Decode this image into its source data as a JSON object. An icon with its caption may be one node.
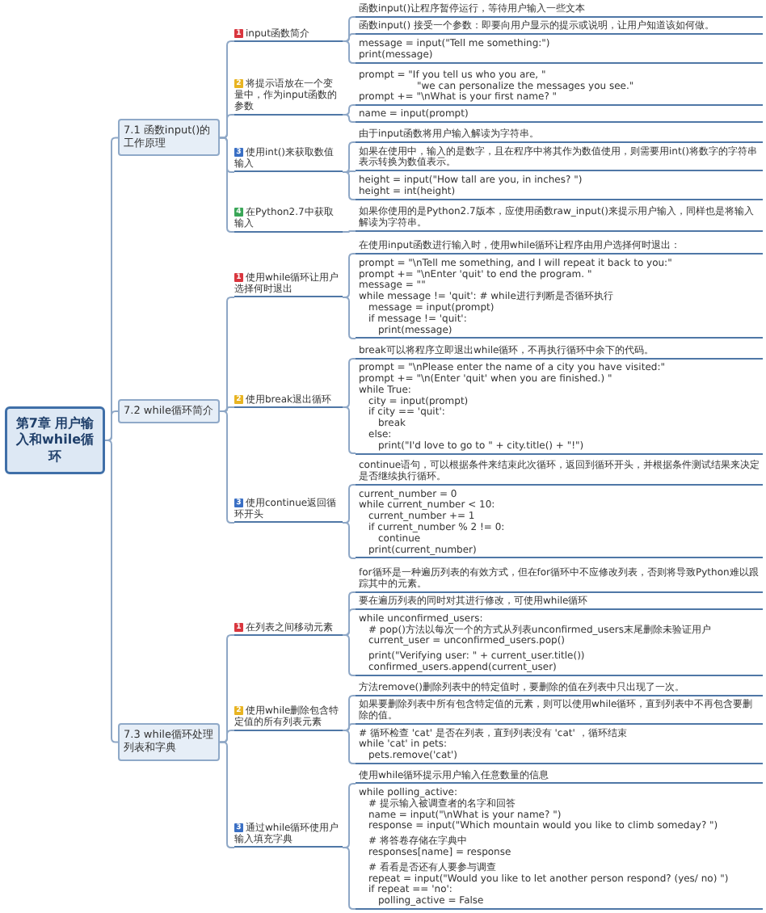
{
  "diagram": {
    "nodes": [
      {
        "text": [
          "第7章 用户输入和while循环"
        ]
      },
      {
        "text": [
          "7.1 函数input()的工作原理"
        ]
      },
      {
        "text": [
          "1",
          "input函数简介"
        ]
      },
      {
        "text": [
          "函数input()让程序暂停运行，等待用户输入一些文本"
        ]
      },
      {
        "text": [
          "函数input() 接受一个参数：即要向用户显示的提示或说明，让用户知道该如何做。"
        ]
      },
      {
        "text": [
          "message = input(\"Tell me something:\")",
          "print(message)"
        ]
      },
      {
        "text": [
          "2",
          "将提示语放在一个变量中，作为input函数的参数"
        ]
      },
      {
        "text": [
          "prompt = \"If you tell us who you are, \"",
          "\"we can personalize the messages you see.\"",
          "prompt += \"\\nWhat is your first name? \""
        ]
      },
      {
        "text": [
          "name = input(prompt)"
        ]
      },
      {
        "text": [
          "3",
          "使用int()来获取数值输入"
        ]
      },
      {
        "text": [
          "由于input函数将用户输入解读为字符串。"
        ]
      },
      {
        "text": [
          "如果在使用中，输入的是数字，且在程序中将其作为数值使用，则需要用int()将数字的字符串表示转换为数值表示。"
        ]
      },
      {
        "text": [
          "height = input(\"How tall are you, in inches? \")",
          "height = int(height)"
        ]
      },
      {
        "text": [
          "4",
          "在Python2.7中获取输入"
        ]
      },
      {
        "text": [
          "如果你使用的是Python2.7版本，应使用函数raw_input()来提示用户输入，同样也是将输入解读为字符串。"
        ]
      },
      {
        "text": [
          "7.2 while循环简介"
        ]
      },
      {
        "text": [
          "1",
          "使用while循环让用户选择何时退出"
        ]
      },
      {
        "text": [
          "在使用input函数进行输入时，使用while循环让程序由用户选择何时退出："
        ]
      },
      {
        "text": [
          "prompt = \"\\nTell me something, and I will repeat it back to you:\"",
          "prompt += \"\\nEnter 'quit' to end the program. \"",
          "message = \"\"",
          "while message != 'quit':   # while进行判断是否循环执行",
          "message = input(prompt)",
          "if message != 'quit':",
          "print(message)"
        ]
      },
      {
        "text": [
          "2",
          "使用break退出循环"
        ]
      },
      {
        "text": [
          "break可以将程序立即退出while循环，不再执行循环中余下的代码。"
        ]
      },
      {
        "text": [
          "prompt = \"\\nPlease enter the name of a city you have visited:\"",
          "prompt += \"\\n(Enter 'quit' when you are finished.) \"",
          "while True:",
          "city = input(prompt)",
          "if city == 'quit':",
          "break",
          "else:",
          "print(\"I'd love to go to \" + city.title() + \"!\")"
        ]
      },
      {
        "text": [
          "3",
          "使用continue返回循环开头"
        ]
      },
      {
        "text": [
          "continue语句，可以根据条件来结束此次循环，返回到循环开头，并根据条件测试结果来决定是否继续执行循环。"
        ]
      },
      {
        "text": [
          "current_number = 0",
          "while current_number < 10:",
          "current_number += 1",
          "if current_number % 2 != 0:",
          "continue",
          "print(current_number)"
        ]
      },
      {
        "text": [
          "7.3 while循环处理列表和字典"
        ]
      },
      {
        "text": [
          "1",
          "在列表之间移动元素"
        ]
      },
      {
        "text": [
          "for循环是一种遍历列表的有效方式，但在for循环中不应修改列表，否则将导致Python难以跟踪其中的元素。"
        ]
      },
      {
        "text": [
          "要在遍历列表的同时对其进行修改，可使用while循环"
        ]
      },
      {
        "text": [
          "while unconfirmed_users:",
          "# pop()方法以每次一个的方式从列表unconfirmed_users末尾删除未验证用户",
          "current_user = unconfirmed_users.pop()",
          "print(\"Verifying user: \" + current_user.title())",
          "confirmed_users.append(current_user)"
        ]
      },
      {
        "text": [
          "2",
          "使用while删除包含特定值的所有列表元素"
        ]
      },
      {
        "text": [
          "方法remove()删除列表中的特定值时，要删除的值在列表中只出现了一次。"
        ]
      },
      {
        "text": [
          "如果要删除列表中所有包含特定值的元素，则可以使用while循环，直到列表中不再包含要删除的值。"
        ]
      },
      {
        "text": [
          "# 循环检查 'cat' 是否在列表，直到列表没有 'cat' ，循环结束",
          "while 'cat' in pets:",
          "pets.remove('cat')"
        ]
      },
      {
        "text": [
          "3",
          "通过while循环使用户输入填充字典"
        ]
      },
      {
        "text": [
          "使用while循环提示用户输入任意数量的信息"
        ]
      },
      {
        "text": [
          "while polling_active:",
          "# 提示输入被调查者的名字和回答",
          "name = input(\"\\nWhat is your name? \")",
          "response = input(\"Which mountain would you like to climb someday? \")",
          "# 将答卷存储在字典中",
          "responses[name] = response",
          "# 看看是否还有人要参与调查",
          "repeat = input(\"Would you like to let another person respond? (yes/ no) \")",
          "if repeat == 'no':",
          "polling_active = False"
        ]
      }
    ],
    "edges": [
      {
        "from": 0,
        "to": 1,
        "arrow": "none"
      },
      {
        "from": 0,
        "to": 15,
        "arrow": "none"
      },
      {
        "from": 0,
        "to": 25,
        "arrow": "none"
      },
      {
        "from": 1,
        "to": 2,
        "arrow": "none"
      },
      {
        "from": 1,
        "to": 6,
        "arrow": "none"
      },
      {
        "from": 1,
        "to": 9,
        "arrow": "none"
      },
      {
        "from": 1,
        "to": 13,
        "arrow": "none"
      },
      {
        "from": 2,
        "to": 3,
        "arrow": "none"
      },
      {
        "from": 2,
        "to": 4,
        "arrow": "none"
      },
      {
        "from": 2,
        "to": 5,
        "arrow": "none"
      },
      {
        "from": 6,
        "to": 7,
        "arrow": "none"
      },
      {
        "from": 6,
        "to": 8,
        "arrow": "none"
      },
      {
        "from": 9,
        "to": 10,
        "arrow": "none"
      },
      {
        "from": 9,
        "to": 11,
        "arrow": "none"
      },
      {
        "from": 9,
        "to": 12,
        "arrow": "none"
      },
      {
        "from": 13,
        "to": 14,
        "arrow": "none"
      },
      {
        "from": 15,
        "to": 16,
        "arrow": "none"
      },
      {
        "from": 15,
        "to": 19,
        "arrow": "none"
      },
      {
        "from": 15,
        "to": 22,
        "arrow": "none"
      },
      {
        "from": 16,
        "to": 17,
        "arrow": "none"
      },
      {
        "from": 16,
        "to": 18,
        "arrow": "none"
      },
      {
        "from": 19,
        "to": 20,
        "arrow": "none"
      },
      {
        "from": 19,
        "to": 21,
        "arrow": "none"
      },
      {
        "from": 22,
        "to": 23,
        "arrow": "none"
      },
      {
        "from": 22,
        "to": 24,
        "arrow": "none"
      },
      {
        "from": 25,
        "to": 26,
        "arrow": "none"
      },
      {
        "from": 25,
        "to": 30,
        "arrow": "none"
      },
      {
        "from": 25,
        "to": 34,
        "arrow": "none"
      },
      {
        "from": 26,
        "to": 27,
        "arrow": "none"
      },
      {
        "from": 26,
        "to": 28,
        "arrow": "none"
      },
      {
        "from": 26,
        "to": 29,
        "arrow": "none"
      },
      {
        "from": 30,
        "to": 31,
        "arrow": "none"
      },
      {
        "from": 30,
        "to": 32,
        "arrow": "none"
      },
      {
        "from": 30,
        "to": 33,
        "arrow": "none"
      },
      {
        "from": 34,
        "to": 35,
        "arrow": "none"
      },
      {
        "from": 34,
        "to": 36,
        "arrow": "none"
      }
    ]
  }
}
